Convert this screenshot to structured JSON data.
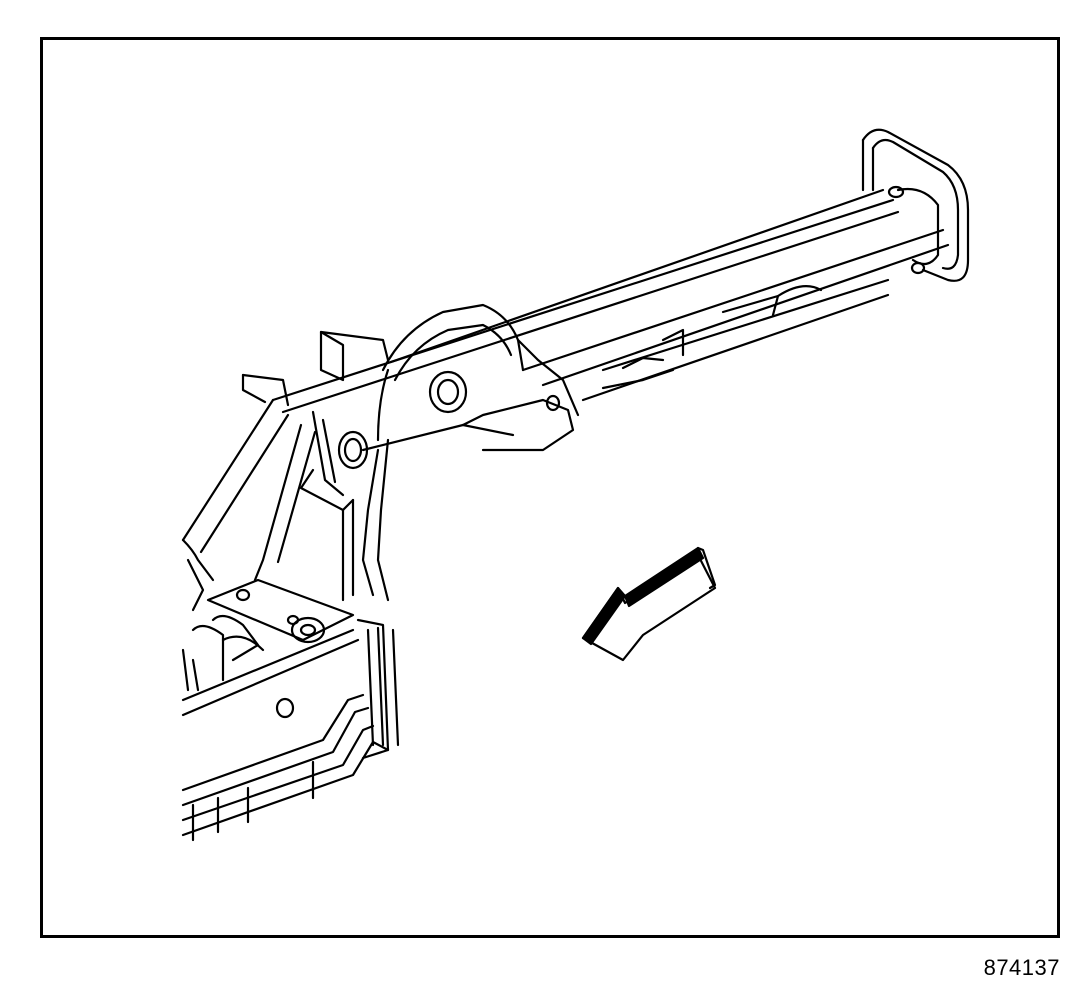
{
  "figure": {
    "id_label": "874137"
  },
  "diagram": {
    "subject": "frame-rail-assembly",
    "direction_indicator": "forward-arrow"
  },
  "colors": {
    "line": "#000000",
    "background": "#ffffff"
  }
}
